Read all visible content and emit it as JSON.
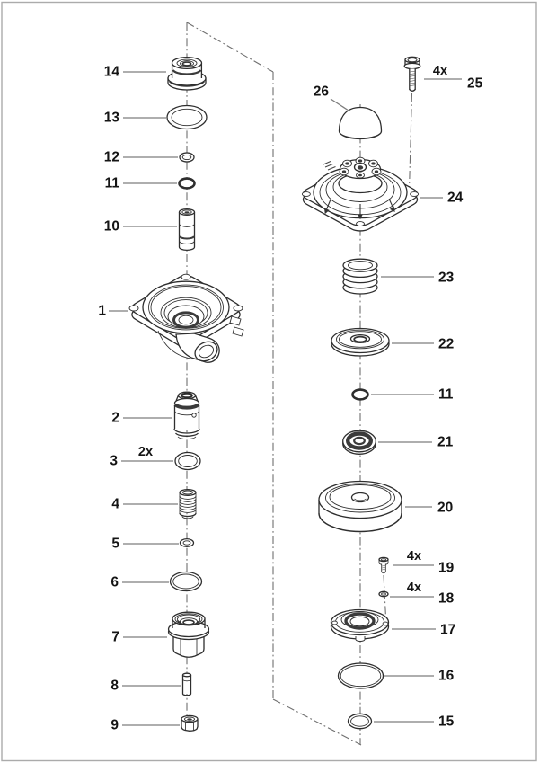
{
  "figure": {
    "kind": "exploded-parts-diagram",
    "background": "#ffffff",
    "frame_color": "#ababab",
    "line_color": "#2e2e2e",
    "axis_color": "#6f6f6f",
    "label_color": "#141414"
  },
  "callouts": {
    "c1": "1",
    "c2": "2",
    "c3": "3",
    "c4": "4",
    "c5": "5",
    "c6": "6",
    "c7": "7",
    "c8": "8",
    "c9": "9",
    "c10": "10",
    "c11": "11",
    "c12": "12",
    "c13": "13",
    "c14": "14",
    "c15": "15",
    "c16": "16",
    "c17": "17",
    "c18": "18",
    "c19": "19",
    "c20": "20",
    "c21": "21",
    "c22": "22",
    "c23": "23",
    "c24": "24",
    "c25": "25",
    "c26": "26",
    "qty2": "2x",
    "qty4": "4x"
  },
  "quantity_markers": [
    {
      "marker": "2x",
      "applies_to_callout": "3"
    },
    {
      "marker": "4x",
      "applies_to_callout": "25"
    },
    {
      "marker": "4x",
      "applies_to_callout": "19"
    },
    {
      "marker": "4x",
      "applies_to_callout": "18"
    }
  ],
  "duplicate_callouts": [
    "11"
  ],
  "column_order": {
    "left_top_to_bottom": [
      "14",
      "13",
      "12",
      "11",
      "10",
      "1",
      "2",
      "3",
      "4",
      "5",
      "6",
      "7",
      "8",
      "9"
    ],
    "right_top_to_bottom": [
      "26",
      "25",
      "24",
      "23",
      "22",
      "11",
      "21",
      "20",
      "19",
      "18",
      "17",
      "16",
      "15"
    ]
  }
}
